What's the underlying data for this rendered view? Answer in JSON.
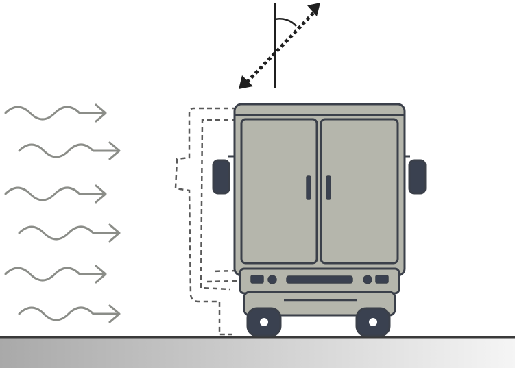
{
  "diagram": {
    "subject": "truck-rear-view",
    "wind": {
      "arrow_count": 6,
      "direction": "right",
      "icon": "wavy-arrow-icon"
    },
    "tilt_indicator": {
      "style": "dotted-double-arrow",
      "angle_arc": true,
      "icon": "double-arrow-icon"
    },
    "ghost_outline": {
      "style": "dashed",
      "meaning": "tilted-position"
    },
    "colors": {
      "truck_body": "#b5b6ac",
      "truck_outline": "#3b404a",
      "dark_parts": "#3a4150",
      "wind_arrows": "#8b8d88",
      "ground_line": "#3a3a3a",
      "ground_gradient_left": "#a9a9a9",
      "ground_gradient_right": "#f5f5f5",
      "ghost_outline": "#5a5a5a"
    }
  }
}
